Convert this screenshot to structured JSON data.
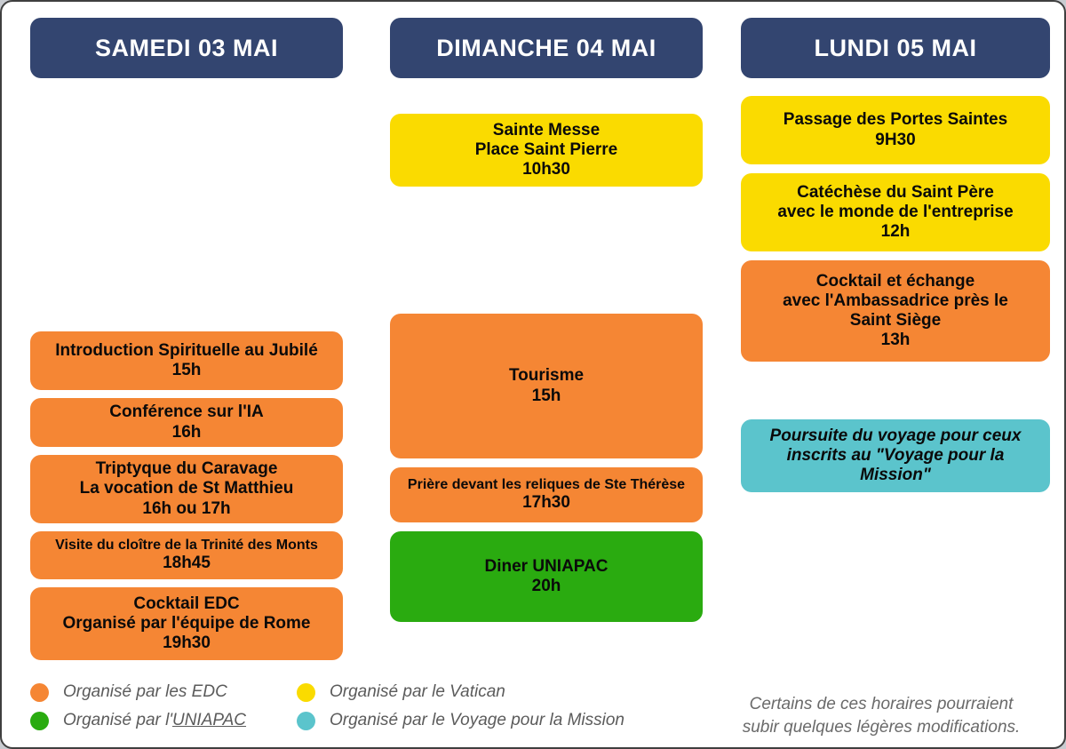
{
  "columns": [
    {
      "id": "saturday",
      "header": "SAMEDI 03 MAI",
      "events": [
        {
          "name": "introduction-spirituelle",
          "color": "orange",
          "title": "Introduction Spirituelle au Jubilé",
          "time": "15h"
        },
        {
          "name": "conference-ia",
          "color": "orange",
          "title": "Conférence sur l'IA",
          "time": "16h"
        },
        {
          "name": "triptyque-caravage",
          "color": "orange",
          "title": "Triptyque du Caravage",
          "subtitle": "La vocation de St Matthieu",
          "time": "16h ou 17h"
        },
        {
          "name": "visite-cloitre-trinite-des-monts",
          "color": "orange",
          "small_title": true,
          "title": "Visite du cloître de la Trinité des Monts",
          "time": "18h45"
        },
        {
          "name": "cocktail-edc",
          "color": "orange",
          "title": "Cocktail EDC",
          "subtitle": "Organisé par l'équipe de Rome",
          "time": "19h30"
        }
      ]
    },
    {
      "id": "sunday",
      "header": "DIMANCHE 04 MAI",
      "events": [
        {
          "name": "sainte-messe",
          "color": "yellow",
          "title": "Sainte Messe",
          "subtitle": "Place Saint Pierre",
          "time": "10h30"
        },
        {
          "name": "tourisme",
          "color": "orange",
          "title": "Tourisme",
          "time": "15h"
        },
        {
          "name": "priere-reliques-ste-therese",
          "color": "orange",
          "small_title": true,
          "title": "Prière devant les reliques de Ste Thérèse",
          "time": "17h30"
        },
        {
          "name": "diner-uniapac",
          "color": "green",
          "title": "Diner UNIAPAC",
          "time": "20h"
        }
      ]
    },
    {
      "id": "monday",
      "header": "LUNDI 05 MAI",
      "events": [
        {
          "name": "passage-portes-saintes",
          "color": "yellow",
          "title": "Passage des Portes Saintes",
          "time": "9H30"
        },
        {
          "name": "catechese-saint-pere",
          "color": "yellow",
          "title": "Catéchèse du Saint Père",
          "subtitle": "avec le monde de l'entreprise",
          "time": "12h"
        },
        {
          "name": "cocktail-ambassadrice",
          "color": "orange",
          "title": "Cocktail et échange",
          "subtitle": "avec l'Ambassadrice près le",
          "subtitle2": "Saint Siège",
          "time": "13h"
        },
        {
          "name": "poursuite-voyage-mission",
          "color": "teal",
          "italic": true,
          "title": "Poursuite du voyage pour ceux",
          "subtitle": "inscrits au \"Voyage pour la Mission\""
        }
      ]
    }
  ],
  "legend": {
    "left": [
      {
        "name": "legend-edc",
        "color_key": "orange",
        "label": "Organisé par les EDC"
      },
      {
        "name": "legend-uniapac",
        "color_key": "green",
        "label_before": "Organisé par l'",
        "label_link": "UNIAPAC"
      }
    ],
    "right": [
      {
        "name": "legend-vatican",
        "color_key": "yellow",
        "label": "Organisé par le Vatican"
      },
      {
        "name": "legend-voyage-mission",
        "color_key": "teal",
        "label": "Organisé par le Voyage pour la Mission"
      }
    ]
  },
  "note": {
    "line1": "Certains de ces horaires pourraient",
    "line2": "subir quelques légères modifications."
  },
  "colors": {
    "header_navy": "#334570",
    "orange": "#f58634",
    "yellow": "#fadb00",
    "green": "#2aab10",
    "teal": "#5bc4cc",
    "legend_text": "#5b5b5b",
    "note_text": "#6a6a6a",
    "card_text": "#0a0a0a"
  }
}
